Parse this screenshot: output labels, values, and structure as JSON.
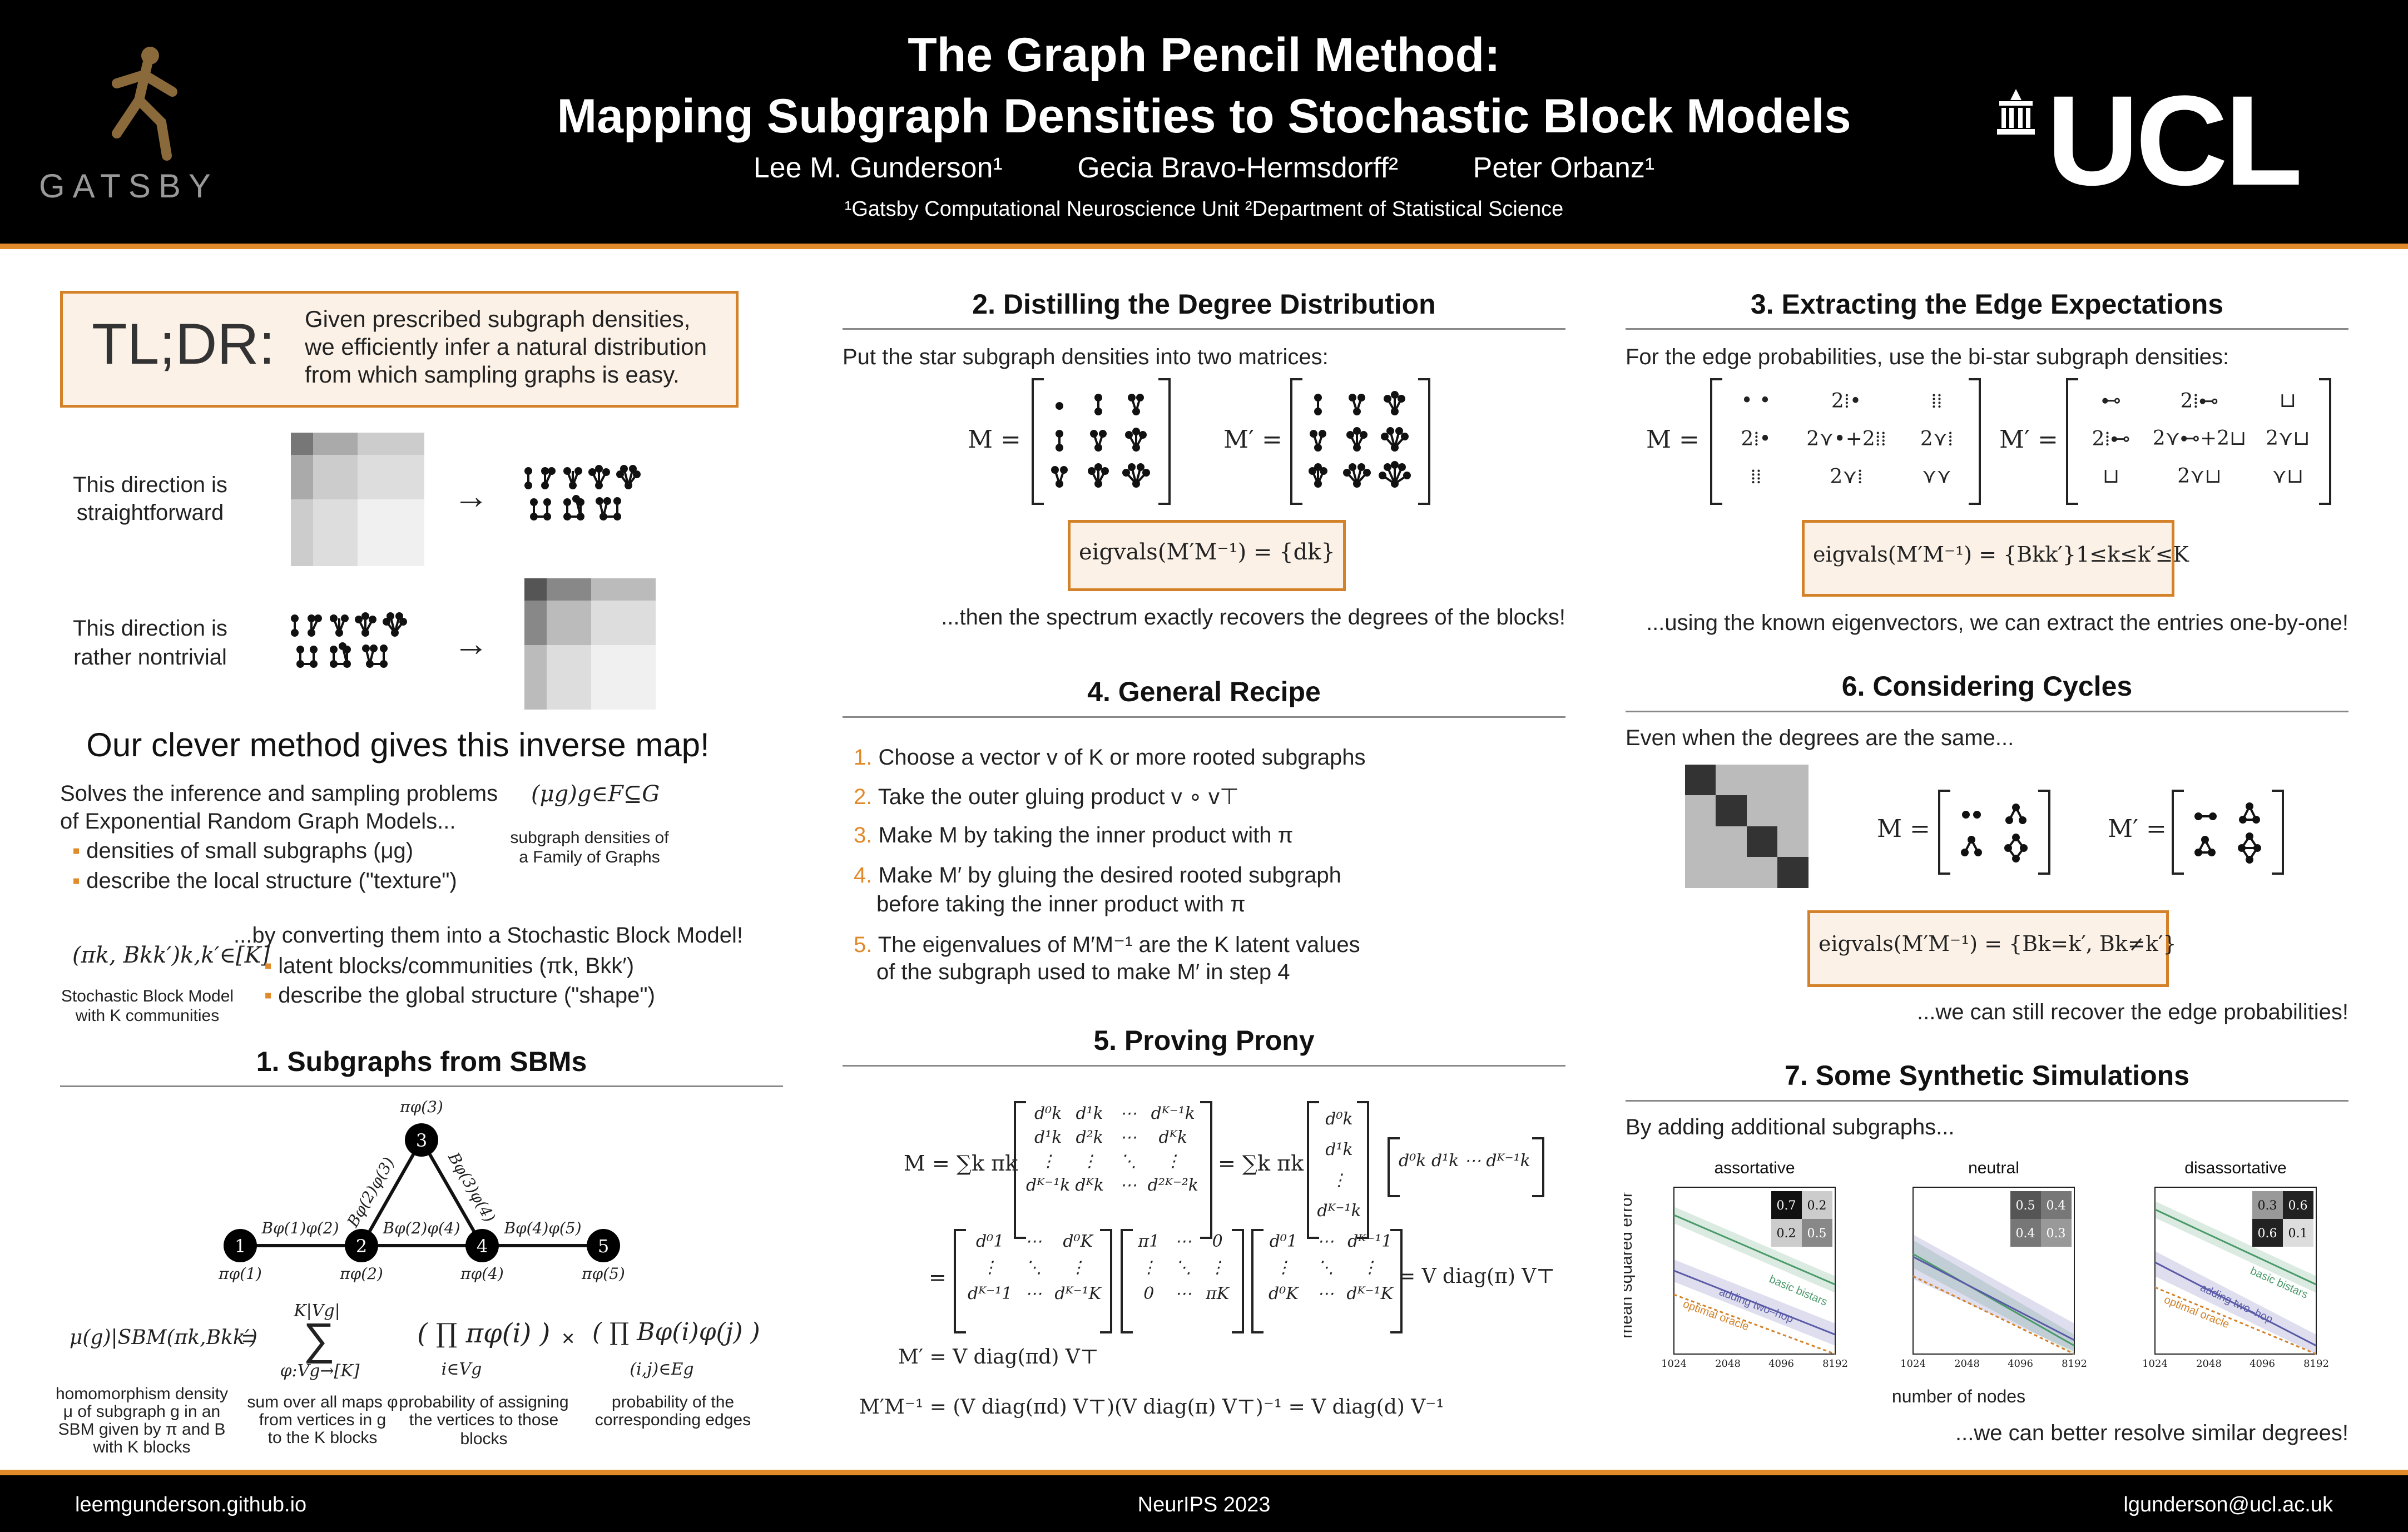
{
  "header": {
    "title_line1": "The Graph Pencil Method:",
    "title_line2": "Mapping Subgraph Densities to Stochastic Block Models",
    "authors": [
      "Lee M. Gunderson¹",
      "Gecia Bravo-Hermsdorff²",
      "Peter Orbanz¹"
    ],
    "affiliations": "¹Gatsby Computational Neuroscience Unit  ²Department of Statistical Science",
    "left_logo_text": "GATSBY",
    "right_logo_text": "UCL"
  },
  "tldr": {
    "label": "TL;DR:",
    "line1": "Given prescribed subgraph densities,",
    "line2": "we efficiently infer a natural distribution",
    "line3": "from which sampling graphs is easy."
  },
  "directions": {
    "easy_line1": "This direction is",
    "easy_line2": "straightforward",
    "hard_line1": "This direction is",
    "hard_line2": "rather nontrivial",
    "arrow": "→"
  },
  "inverse": {
    "heading": "Our clever method gives this inverse map!",
    "intro1": "Solves the inference and sampling problems",
    "intro2": "of Exponential Random Graph Models...",
    "b1": "densities of small subgraphs (μg)",
    "b2": "describe the local structure (\"texture\")",
    "mu_formula": "(μg)g∈F⊆G",
    "mu_note1": "subgraph densities of",
    "mu_note2": "a Family of Graphs",
    "sbm_intro": "...by converting them into a Stochastic Block Model!",
    "b3": "latent blocks/communities (πk, Bkk′)",
    "b4": "describe the global structure (\"shape\")",
    "pi_formula": "(πk, Bkk′)k,k′∈[K]",
    "pi_note1": "Stochastic Block Model",
    "pi_note2": "with K communities"
  },
  "sec1": {
    "title": "1.     Subgraphs from SBMs",
    "nodes": [
      "1",
      "2",
      "3",
      "4",
      "5"
    ],
    "node_labels": [
      "πφ(1)",
      "πφ(2)",
      "πφ(3)",
      "πφ(4)",
      "πφ(5)"
    ],
    "edge_labels": [
      "Bφ(1)φ(2)",
      "Bφ(2)φ(3)",
      "Bφ(3)φ(4)",
      "Bφ(2)φ(4)",
      "Bφ(4)φ(5)"
    ],
    "lhs": "μ(g)|SBM(πk,Bkk′)",
    "eq": "=",
    "sum_top": "K|Vg|",
    "sum_sym": "∑",
    "sum_sub": "φ:Vg→[K]",
    "prod1": "( ∏ πφ(i) )",
    "prod1_sub": "i∈Vg",
    "times": "×",
    "prod2": "( ∏ Bφ(i)φ(j) )",
    "prod2_sub": "(i,j)∈Eg",
    "note_lhs": [
      "homomorphism density",
      "μ of subgraph g in an",
      "SBM given by π and B",
      "with K blocks"
    ],
    "note_sum": [
      "sum over all maps φ",
      "from vertices in g",
      "to the K blocks"
    ],
    "note_prod1": [
      "probability of assigning",
      "the vertices to those blocks"
    ],
    "note_prod2": [
      "probability of the",
      "corresponding edges"
    ]
  },
  "sec2": {
    "title": "2.     Distilling the Degree Distribution",
    "intro": "Put the star subgraph densities into two matrices:",
    "M_label": "M =",
    "Mp_label": "M′ =",
    "eig": "eigvals(M′M⁻¹) = {dk}",
    "outro": "...then the spectrum exactly recovers the degrees of the blocks!"
  },
  "sec3": {
    "title": "3.     Extracting the Edge Expectations",
    "intro": "For the edge probabilities, use the bi-star subgraph densities:",
    "M_label": "M =",
    "Mp_label": "M′ =",
    "m_cells": [
      "• •",
      "2⁞•",
      "⁞⁞",
      "2⁞•",
      "2⋎•+2⁞⁞",
      "2⋎⁞",
      "⁞⁞",
      "2⋎⁞",
      "⋎⋎"
    ],
    "mp_cells": [
      "⊷",
      "2⁞⊷",
      "⊔",
      "2⁞⊷",
      "2⋎⊷+2⊔",
      "2⋎⊔",
      "⊔",
      "2⋎⊔",
      "⋎⊔"
    ],
    "eig": "eigvals(M′M⁻¹) = {Bkk′}1≤k≤k′≤K",
    "outro": "...using the known eigenvectors, we can extract the entries one-by-one!"
  },
  "sec4": {
    "title": "4.     General Recipe",
    "steps": [
      {
        "n": "1.",
        "t": "Choose a vector v of K or more rooted subgraphs"
      },
      {
        "n": "2.",
        "t": "Take the outer gluing product v ∘ v⊤"
      },
      {
        "n": "3.",
        "t": "Make M by taking the inner product with π"
      },
      {
        "n": "4.",
        "t": "Make M′ by gluing the desired rooted subgraph"
      },
      {
        "n": "",
        "t": "before taking the inner product with π"
      },
      {
        "n": "5.",
        "t": "The eigenvalues of M′M⁻¹ are the K latent values"
      },
      {
        "n": "",
        "t": "of the subgraph used to make M′ in step 4"
      }
    ]
  },
  "sec5": {
    "title": "5.     Proving Prony",
    "eq1_lhs": "M = ∑k πk",
    "eq1_mid": "= ∑k πk",
    "eq2_lhs": "=",
    "eq2_rhs": "= V diag(π) V⊤",
    "eq3": "M′ = V diag(πd) V⊤",
    "eq4": "M′M⁻¹ = (V diag(πd) V⊤)(V diag(π) V⊤)⁻¹ = V diag(d) V⁻¹",
    "mat_a": [
      [
        "d⁰k",
        "d¹k",
        "⋯",
        "dᴷ⁻¹k"
      ],
      [
        "d¹k",
        "d²k",
        "⋯",
        "dᴷk"
      ],
      [
        "⋮",
        "⋮",
        "⋱",
        "⋮"
      ],
      [
        "dᴷ⁻¹k",
        "dᴷk",
        "⋯",
        "d²ᴷ⁻²k"
      ]
    ],
    "vec_b": [
      "d⁰k",
      "d¹k",
      "⋮",
      "dᴷ⁻¹k"
    ],
    "row_b": "d⁰k  d¹k  ⋯  dᴷ⁻¹k",
    "V": [
      [
        "d⁰1",
        "⋯",
        "d⁰K"
      ],
      [
        "⋮",
        "⋱",
        "⋮"
      ],
      [
        "dᴷ⁻¹1",
        "⋯",
        "dᴷ⁻¹K"
      ]
    ],
    "P": [
      [
        "π1",
        "⋯",
        "0"
      ],
      [
        "⋮",
        "⋱",
        "⋮"
      ],
      [
        "0",
        "⋯",
        "πK"
      ]
    ],
    "VT": [
      [
        "d⁰1",
        "⋯",
        "dᴷ⁻¹1"
      ],
      [
        "⋮",
        "⋱",
        "⋮"
      ],
      [
        "d⁰K",
        "⋯",
        "dᴷ⁻¹K"
      ]
    ]
  },
  "sec6": {
    "title": "6.     Considering Cycles",
    "intro": "Even when the degrees are the same...",
    "M_label": "M =",
    "Mp_label": "M′ =",
    "eig": "eigvals(M′M⁻¹) = {Bk=k′, Bk≠k′}",
    "outro": "...we can still recover the edge probabilities!"
  },
  "sec7": {
    "title": "7.     Some Synthetic Simulations",
    "intro": "By adding additional subgraphs...",
    "ylabel": "mean squared error",
    "xlabel": "number of nodes",
    "outro": "...we can better resolve similar degrees!",
    "xticks": [
      "1024",
      "2048",
      "4096",
      "8192"
    ],
    "panels": [
      {
        "title": "assortative",
        "matrix": [
          "0.7",
          "0.2",
          "0.2",
          "0.5"
        ]
      },
      {
        "title": "neutral",
        "matrix": [
          "0.5",
          "0.4",
          "0.4",
          "0.3"
        ]
      },
      {
        "title": "disassortative",
        "matrix": [
          "0.3",
          "0.6",
          "0.6",
          "0.1"
        ]
      }
    ],
    "labels": {
      "basic": "basic bistars",
      "twohop": "adding two–hop",
      "oracle": "optimal oracle"
    },
    "colors": {
      "basic": "#4a9a6a",
      "twohop": "#5a5aa8",
      "oracle": "#d4822a"
    }
  },
  "footer": {
    "left": "leemgunderson.github.io",
    "center": "NeurIPS 2023",
    "right": "lgunderson@ucl.ac.uk"
  },
  "accent": "#e08a2a"
}
